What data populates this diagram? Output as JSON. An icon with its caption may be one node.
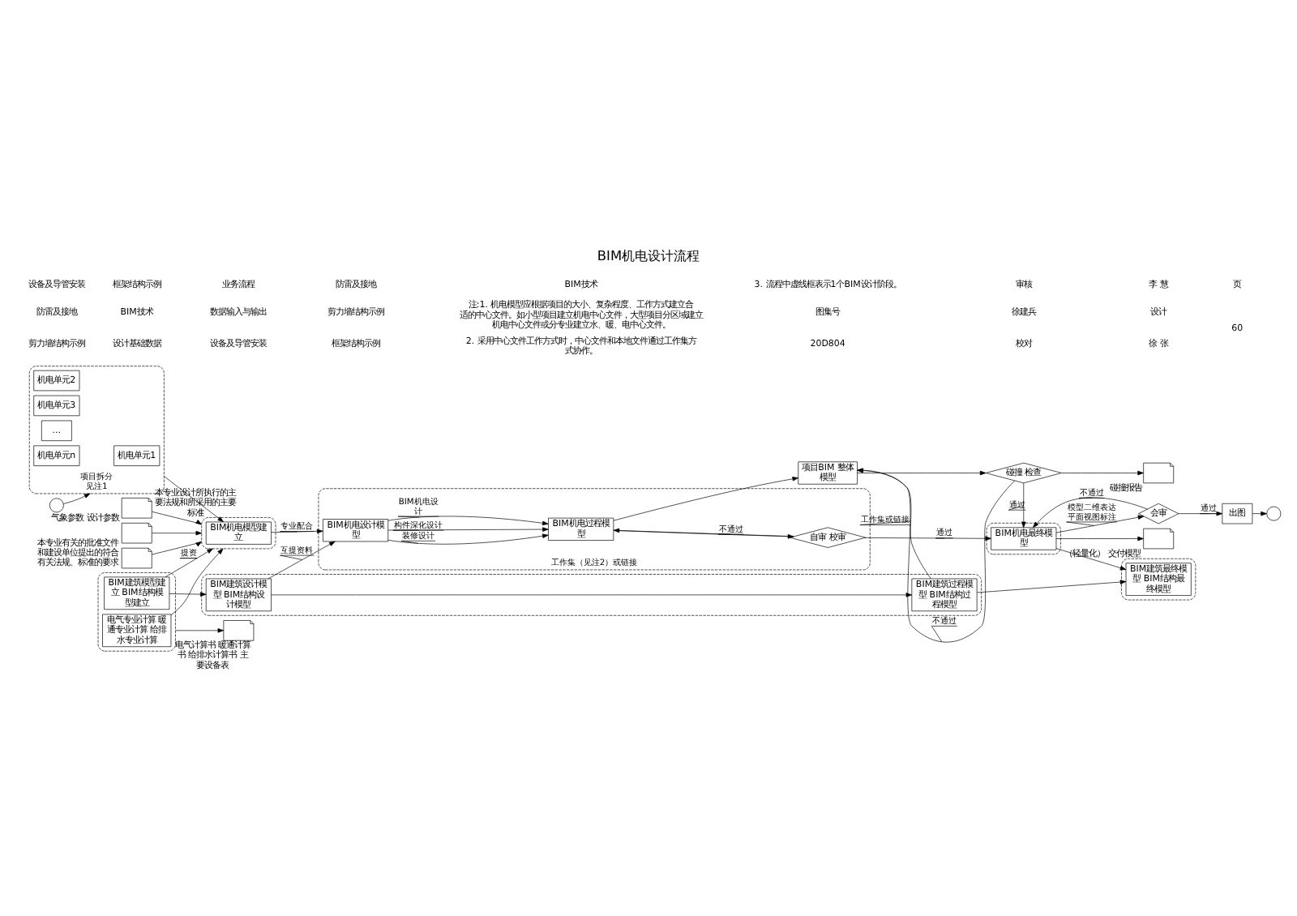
{
  "diagram": {
    "title": "BIM机电设计流程",
    "nodes": [
      {
        "text": [],
        "shape": "document",
        "beside": [
          "本专业有关的批准文件和建设单位提出的符合有关法规、标准的要求"
        ]
      },
      {
        "text": [],
        "shape": "document",
        "beside": [
          "本专业设计所执行的主要法规和所采用的主要标准"
        ]
      },
      {
        "text": [],
        "shape": "document",
        "beside": [
          "气象参数 设计参数"
        ]
      },
      {
        "text": [],
        "shape": "circle"
      },
      {
        "text": [
          "项目拆分",
          "见注1"
        ]
      },
      {
        "text": [
          "机电单元1"
        ],
        "in": 4
      },
      {
        "text": [
          "机电单元2"
        ],
        "in": 4
      },
      {
        "text": [
          "机电单元3"
        ],
        "in": 4
      },
      {
        "text": [
          "…"
        ],
        "in": 4
      },
      {
        "text": [
          "机电单元n"
        ],
        "in": 4
      },
      {
        "text": [],
        "shape": "box"
      },
      {
        "text": [
          "BIM机电模型建立"
        ],
        "in": 10
      },
      {
        "text": [
          "工作集（见注2）或链接"
        ]
      },
      {
        "text": [
          "BIM机电设计模型"
        ],
        "in": 12
      },
      {
        "text": [
          "BIM机电过程模型"
        ],
        "in": 12
      },
      {
        "text": [
          "自审 校审"
        ],
        "in": 12
      },
      {
        "text": [],
        "shape": "box"
      },
      {
        "text": [
          "BIM机电最终模型"
        ],
        "in": 16
      },
      {
        "text": [
          "会审"
        ]
      },
      {
        "text": [
          "出图"
        ]
      },
      {
        "text": [],
        "shape": "circle"
      },
      {
        "text": [
          "项目BIM 整体模型"
        ]
      },
      {
        "text": [
          "碰撞 检查"
        ]
      },
      {
        "text": [],
        "shape": "document",
        "beside": [
          "电气计算书 暖通计算书 给排水计算书 主要设备表"
        ]
      },
      {
        "text": [],
        "shape": "box"
      },
      {
        "text": [
          "电气专业计算 暖通专业计算 给排水专业计算"
        ],
        "in": 24
      },
      {
        "text": [
          "BIM建筑模型建立 BIM结构模型建立"
        ],
        "in": 24
      },
      {
        "text": [],
        "shape": "box"
      },
      {
        "text": [
          "BIM建筑设计模型 BIM结构设计模型"
        ],
        "in": 27
      },
      {
        "text": [
          "BIM建筑过程模型 BIM结构过程模型"
        ],
        "in": 27
      },
      {
        "text": [],
        "shape": "box"
      },
      {
        "text": [
          "BIM建筑最终模型 BIM结构最终模型"
        ],
        "in": 30
      },
      {
        "text": [],
        "shape": "document",
        "beside": [
          "碰撞报告"
        ]
      },
      {
        "text": [],
        "shape": "document",
        "beside": [
          "（轻量化） 交付模型"
        ]
      }
    ],
    "edges": [
      {
        "from": 0,
        "to": 10,
        "arrow": "to"
      },
      {
        "from": 1,
        "to": 10,
        "arrow": "to"
      },
      {
        "from": 2,
        "to": 10,
        "arrow": "to"
      },
      {
        "from": 3,
        "to": 4,
        "arrow": "to"
      },
      {
        "from": 4,
        "to": 11,
        "arrow": "to"
      },
      {
        "from": 11,
        "to": 13,
        "arrow": "to",
        "label": "专业配合"
      },
      {
        "from": 13,
        "to": 14,
        "arrow": "to",
        "label": "构件深化设计"
      },
      {
        "from": 13,
        "to": 14,
        "arrow": "to",
        "label": "BIM机电设计"
      },
      {
        "from": 13,
        "to": 14,
        "arrow": "to",
        "label": "装修设计"
      },
      {
        "from": 14,
        "to": 15,
        "arrow": "to"
      },
      {
        "from": 15,
        "to": 17,
        "arrow": "to",
        "label": "通过"
      },
      {
        "from": 15,
        "to": 14,
        "arrow": "to",
        "label": "不通过"
      },
      {
        "from": 14,
        "to": 21,
        "arrow": "to"
      },
      {
        "from": 17,
        "to": 18,
        "arrow": "to",
        "label": "模型二维表达平面视图标注"
      },
      {
        "from": 18,
        "to": 19,
        "arrow": "to",
        "label": "通过"
      },
      {
        "from": 18,
        "to": 17,
        "arrow": "to",
        "label": "不通过"
      },
      {
        "from": 21,
        "to": 22,
        "arrow": "to"
      },
      {
        "from": 22,
        "to": 17,
        "arrow": "to",
        "label": "通过"
      },
      {
        "from": 22,
        "to": 21,
        "arrow": "to",
        "label": "不通过"
      },
      {
        "from": 19,
        "to": 20,
        "arrow": "to"
      },
      {
        "from": 22,
        "to": 32,
        "arrow": "to"
      },
      {
        "from": 17,
        "to": 33,
        "arrow": "to"
      },
      {
        "from": 17,
        "to": 31,
        "arrow": "to"
      },
      {
        "from": 24,
        "to": 23,
        "arrow": "to"
      },
      {
        "from": 25,
        "to": 10,
        "arrow": "to"
      },
      {
        "from": 26,
        "to": 10,
        "arrow": "to",
        "label": "提资"
      },
      {
        "from": 26,
        "to": 28,
        "arrow": "to"
      },
      {
        "from": 28,
        "to": 13,
        "arrow": "to",
        "label": "互提资料"
      },
      {
        "from": 28,
        "to": 29,
        "arrow": "to"
      },
      {
        "from": 29,
        "to": 21,
        "arrow": "to",
        "label": "工作集或链接"
      },
      {
        "from": 29,
        "to": 31,
        "arrow": "to"
      }
    ],
    "labels": [
      "设备及导管安装",
      "防雷及接地",
      "剪力墙结构示例",
      "框架结构示例",
      "BIM技术",
      "设计基础数据",
      "业务流程",
      "数据输入与输出",
      "设备及导管安装",
      "防雷及接地",
      "剪力墙结构示例",
      "框架结构示例",
      "BIM技术",
      "注:1. 机电模型应根据项目的大小、复杂程度、工作方式建立合适的中心文件。如小型项目建立机电中心文件，大型项目分区域建立机电中心文件或分专业建立水、暖、电中心文件。",
      "2. 采用中心文件工作方式时，中心文件和本地文件通过工作集方式协作。",
      "3. 流程中虚线框表示1个BIM设计阶段。",
      "图集号",
      "20D804",
      "审核",
      "徐建兵",
      "校对",
      "李 慧",
      "设计",
      "徐 张",
      "页",
      "60"
    ]
  }
}
